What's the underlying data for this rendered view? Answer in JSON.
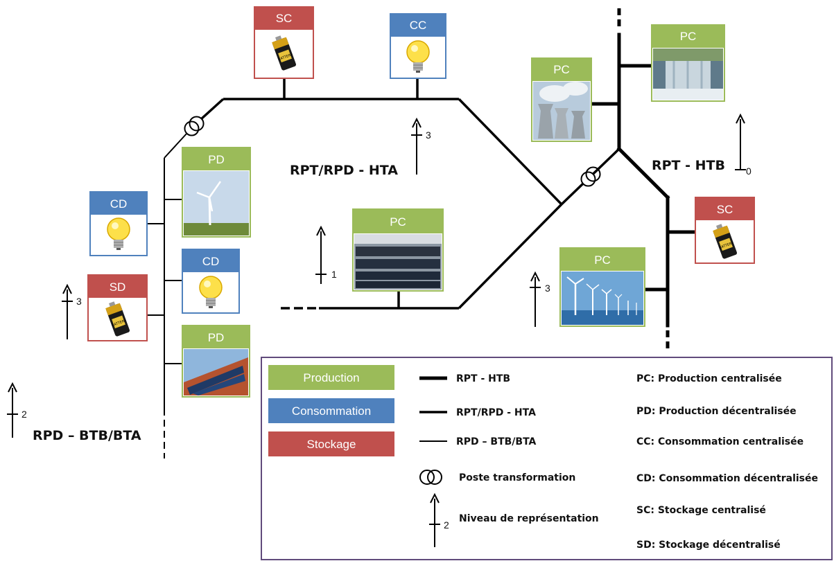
{
  "colors": {
    "production": "#9bbb59",
    "consommation": "#4f81bd",
    "stockage": "#c0504d",
    "line": "#000000",
    "legend_border": "#604a7b"
  },
  "nodes": {
    "sc_top": "SC",
    "cc_top": "CC",
    "pc_hydro": "PC",
    "pc_nuclear": "PC",
    "pd_wind": "PD",
    "cd_upper": "CD",
    "pc_solar": "PC",
    "cd_lower": "CD",
    "sd": "SD",
    "pd_solar_roof": "PD",
    "sc_right": "SC",
    "pc_wind_farm": "PC"
  },
  "network_labels": {
    "rpt_rpd_hta": "RPT/RPD - HTA",
    "rpt_htb": "RPT - HTB",
    "rpd_btb_bta": "RPD – BTB/BTA"
  },
  "levels": {
    "hta": "3",
    "htb": "0",
    "solar": "1",
    "sd": "3",
    "wind_farm": "3",
    "rpd": "2"
  },
  "legend": {
    "production": "Production",
    "consommation": "Consommation",
    "stockage": "Stockage",
    "line_htb": "RPT - HTB",
    "line_hta": "RPT/RPD - HTA",
    "line_bt": "RPD – BTB/BTA",
    "transformer": "Poste transformation",
    "level": "Niveau de représentation",
    "level_value": "2",
    "def_pc": "PC: Production centralisée",
    "def_pd": "PD: Production décentralisée",
    "def_cc": "CC: Consommation centralisée",
    "def_cd": "CD: Consommation décentralisée",
    "def_sc": "SC: Stockage centralisé",
    "def_sd": "SD: Stockage décentralisé"
  }
}
